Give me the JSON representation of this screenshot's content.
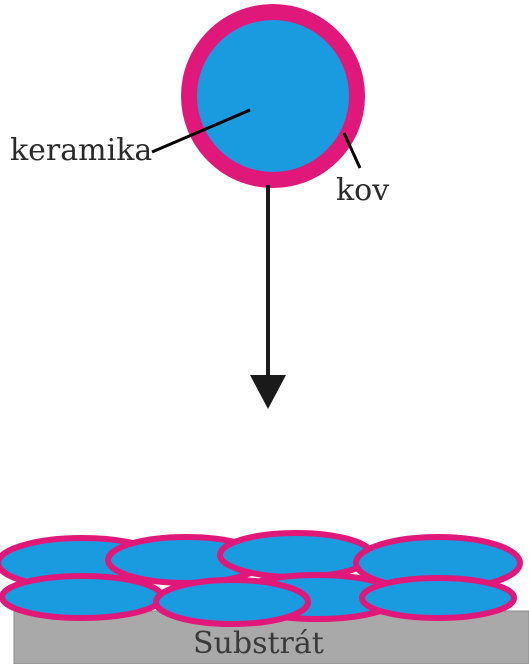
{
  "labels": {
    "ceramic": "keramika",
    "metal": "kov",
    "substrate": "Substrát"
  },
  "colors": {
    "ceramic_fill": "#1a9be0",
    "metal_shell": "#e0187a",
    "substrate_fill": "#a9a9a9",
    "arrow": "#1a1a1a",
    "leader_line": "#000000"
  }
}
